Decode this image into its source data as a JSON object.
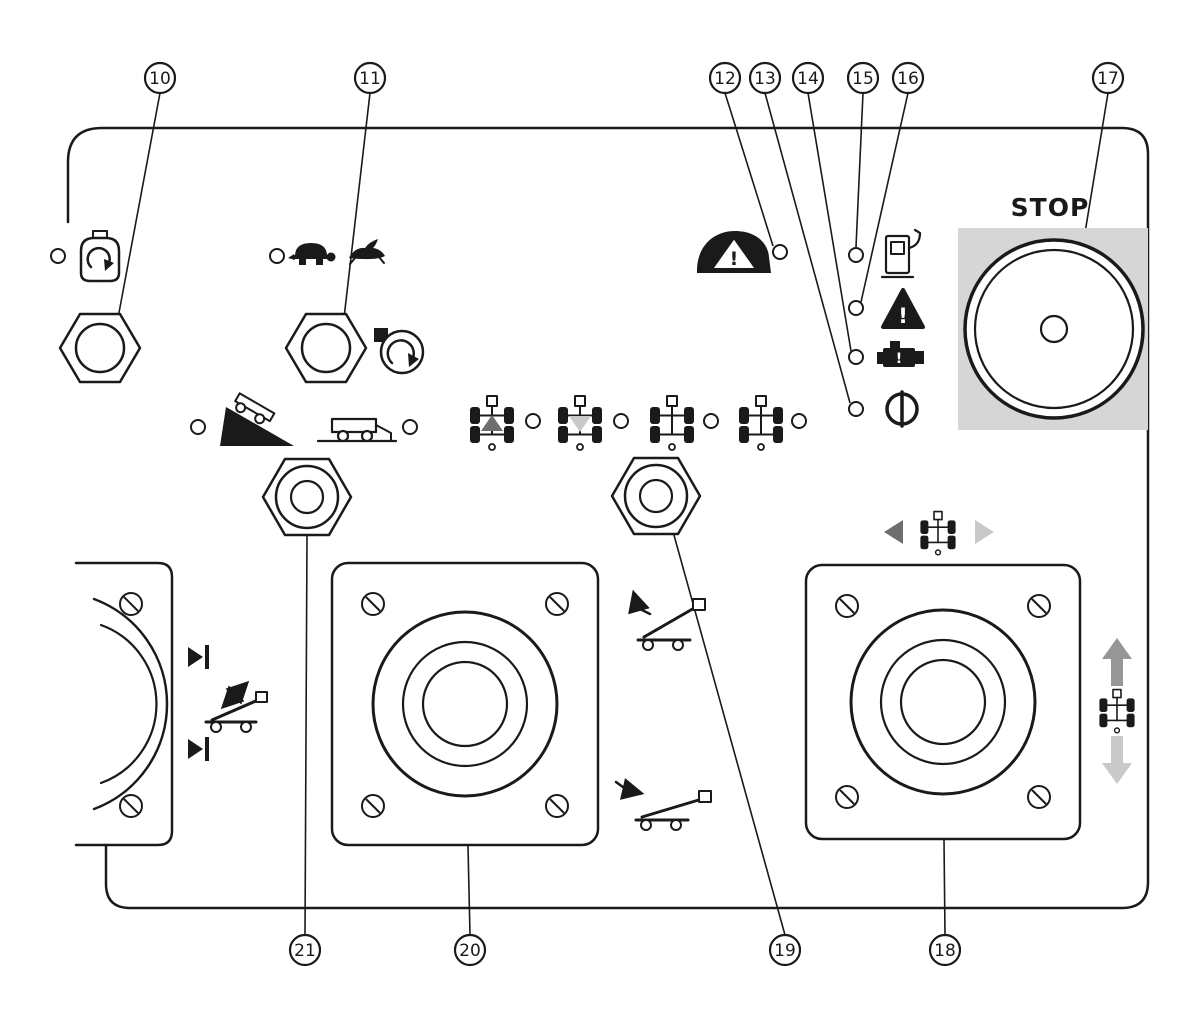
{
  "stop_button": {
    "label": "STOP"
  },
  "callouts": {
    "top": [
      "10",
      "11",
      "12",
      "13",
      "14",
      "15",
      "16",
      "17"
    ],
    "bottom": [
      "21",
      "20",
      "19",
      "18"
    ]
  },
  "glyphs": {
    "exclamation": "!"
  },
  "colors": {
    "line": "#1a1a1a",
    "stop_pad": "#d6d6d6",
    "dark_gray": "#6e6e6e",
    "mid_gray": "#969696",
    "light_gray": "#c9c9c9"
  },
  "icons": {
    "key_switch": "circular-arrow-key",
    "speed_slow": "turtle",
    "speed_fast": "rabbit",
    "engine_rpm": "tachometer-arrow",
    "tilt_alarm": "chassis-tilt-warning-triangle",
    "fuel_level": "fuel-pump",
    "general_alarm": "warning-triangle",
    "engine_fault": "engine-check",
    "preheat": "circle-with-vertical-bar",
    "slope": "machine-on-slope",
    "level": "machine-on-level-ground",
    "axle_oscillation": "four-wheel-chassis",
    "boom_raise": "boom-lift-with-up-arrow",
    "boom_lower": "boom-lift-with-down-arrow",
    "telescope": "boom-extend-retract-arrows",
    "steer": "left-right-triangles",
    "drive": "up-down-block-arrows",
    "screw": "slotted-screw",
    "estop": "round-emergency-stop-button"
  }
}
